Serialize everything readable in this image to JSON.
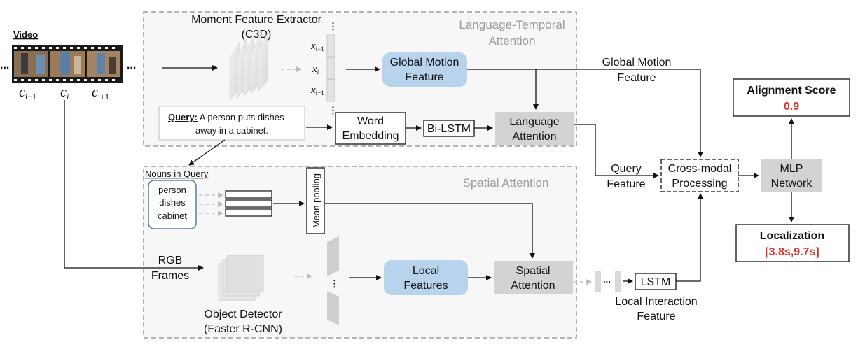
{
  "regions": {
    "language_temporal": "Language-Temporal\nAttention",
    "spatial": "Spatial Attention"
  },
  "video": {
    "label": "Video",
    "clips": [
      "c",
      "c",
      "c"
    ],
    "clip_subscripts": [
      "i−1",
      "i",
      "i+1"
    ],
    "ellipsis": "..."
  },
  "moment_extractor": {
    "title": "Moment Feature Extractor",
    "subtitle": "(C3D)"
  },
  "feature_vectors": {
    "labels": [
      "x",
      "x",
      "x"
    ],
    "subscripts": [
      "i−1",
      "i",
      "i+1"
    ]
  },
  "query": {
    "prefix": "Query:",
    "text_line1": " A person puts dishes",
    "text_line2": "away in a cabinet."
  },
  "nouns": {
    "title": "Nouns in Query",
    "words": [
      "person",
      "dishes",
      "cabinet"
    ]
  },
  "mean_pooling": "Mean pooling",
  "rgb_frames": [
    "RGB",
    "Frames"
  ],
  "object_detector": [
    "Object Detector",
    "(Faster R-CNN)"
  ],
  "boxes": {
    "global_motion": [
      "Global Motion",
      "Feature"
    ],
    "word_embedding": [
      "Word",
      "Embedding"
    ],
    "bilstm": "Bi-LSTM",
    "language_attention": [
      "Language",
      "Attention"
    ],
    "local_features": [
      "Local",
      "Features"
    ],
    "spatial_attention": [
      "Spatial",
      "Attention"
    ],
    "lstm": "LSTM",
    "cross_modal": [
      "Cross-modal",
      "Processing"
    ],
    "mlp": [
      "MLP",
      "Network"
    ]
  },
  "labels": {
    "global_motion_feature": [
      "Global Motion",
      "Feature"
    ],
    "query_feature": [
      "Query",
      "Feature"
    ],
    "local_interaction": [
      "Local Interaction",
      "Feature"
    ]
  },
  "outputs": {
    "alignment_title": "Alignment  Score",
    "alignment_value": "0.9",
    "localization_title": "Localization",
    "localization_value": "[3.8s,9.7s]"
  },
  "colors": {
    "blue_box": "#b7d4ec",
    "gray_box": "#d3d3d3",
    "accent_red": "#e0312a",
    "region_dash": "#8a8a8a"
  }
}
